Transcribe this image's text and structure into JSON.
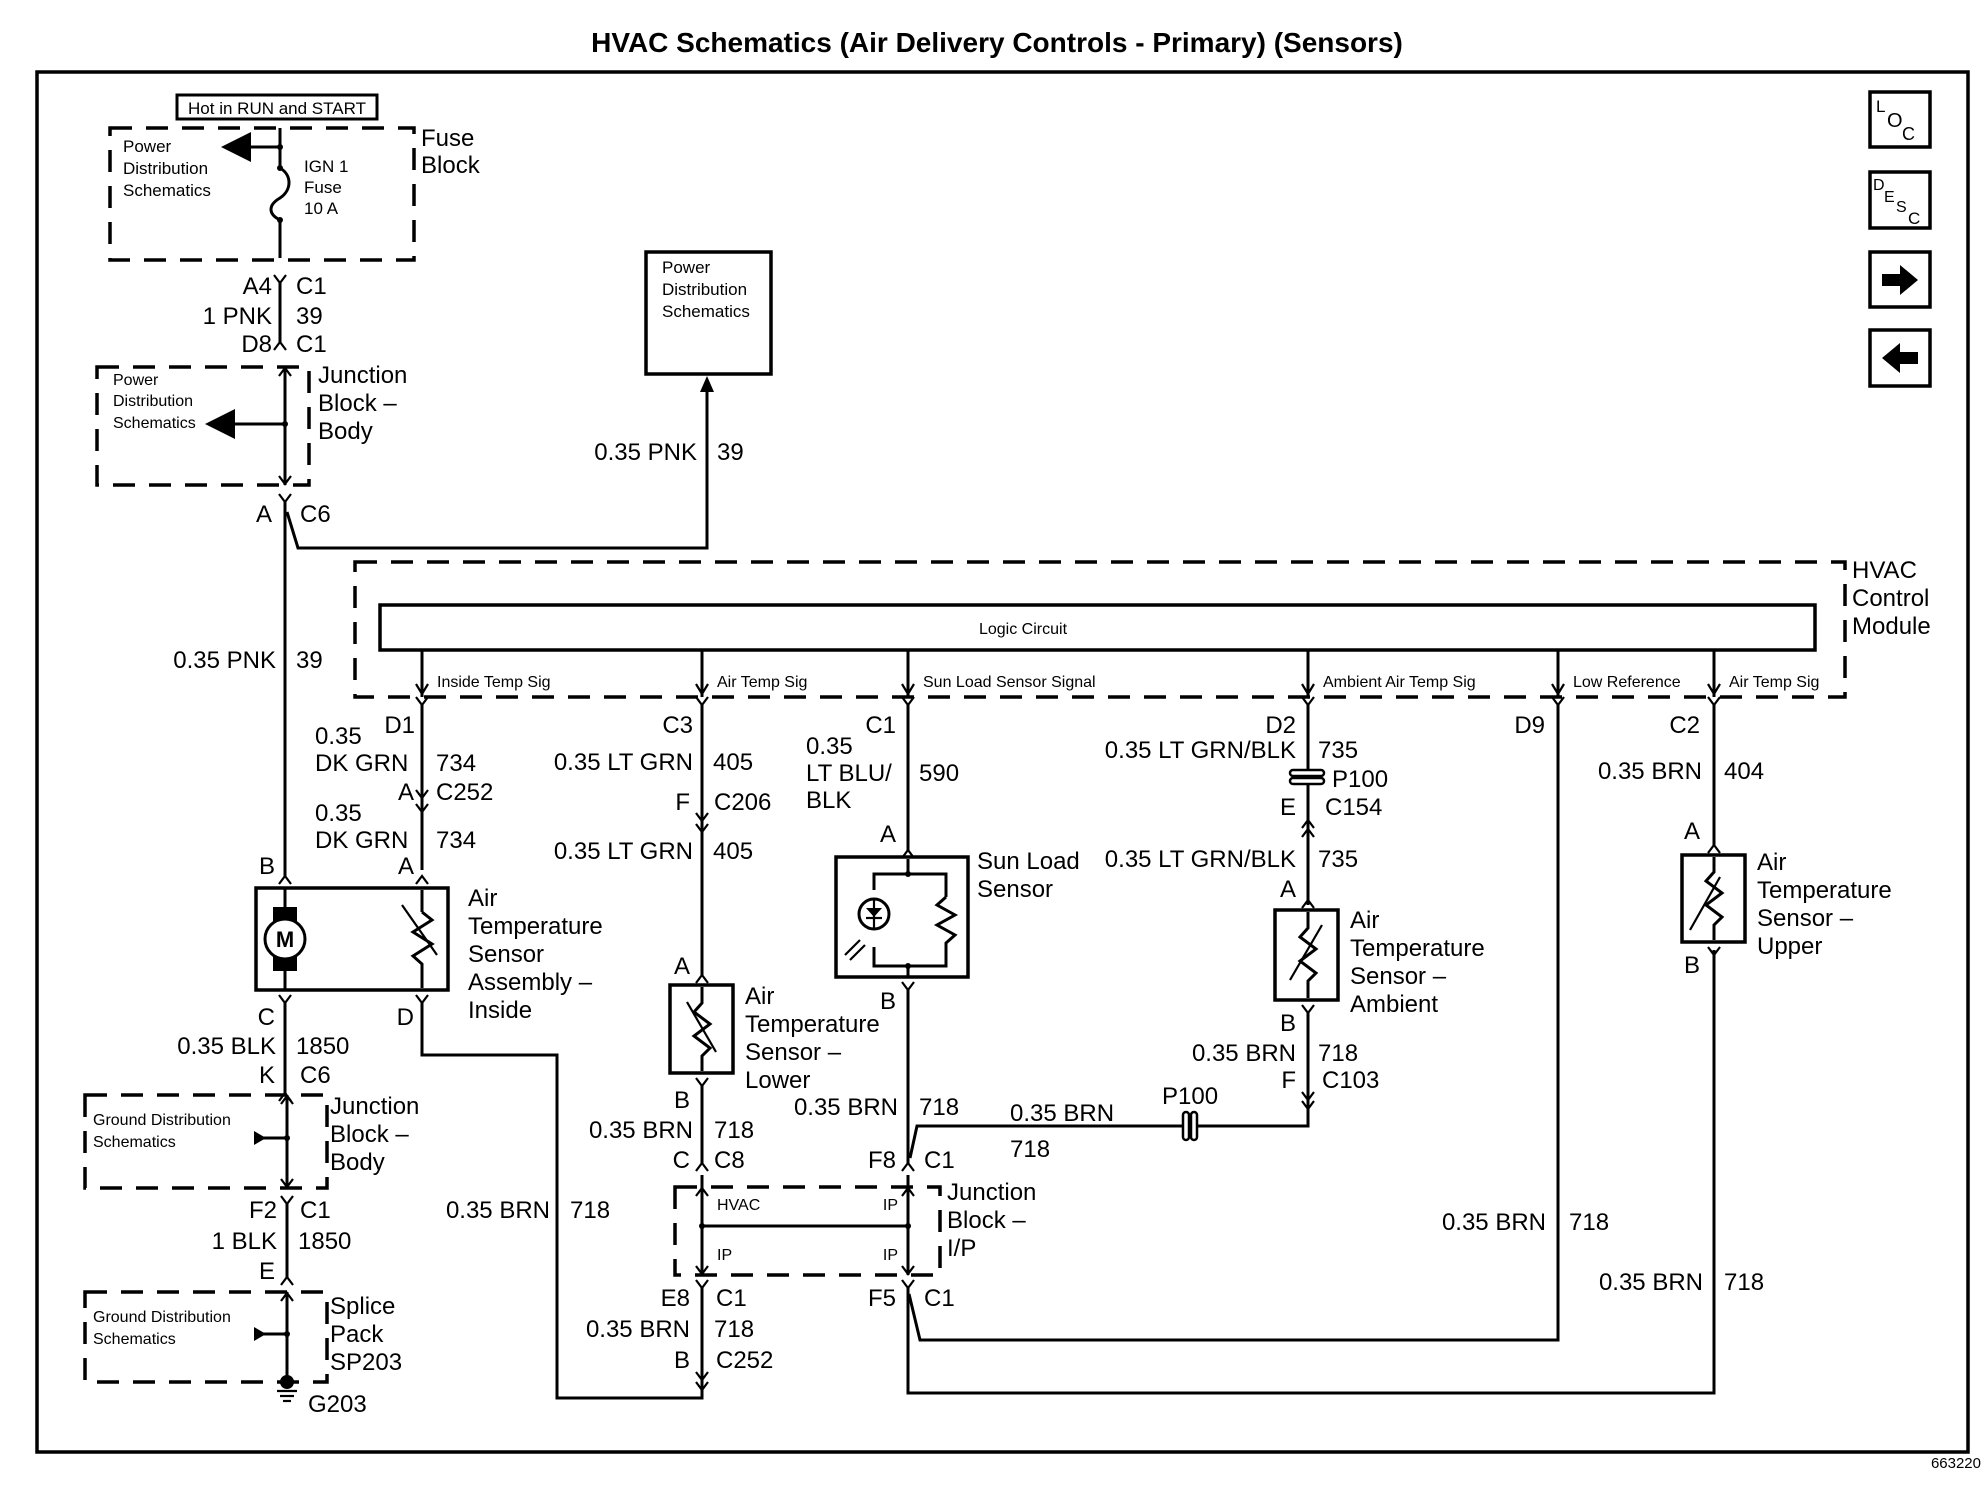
{
  "title": "HVAC Schematics (Air Delivery Controls - Primary) (Sensors)",
  "figure_id": "663220",
  "nav": {
    "loc_letters": [
      "L",
      "O",
      "C"
    ],
    "desc_letters": [
      "D",
      "E",
      "S",
      "C"
    ],
    "next": "next-arrow",
    "prev": "prev-arrow"
  },
  "fuse_block": {
    "hot_label": "Hot in RUN and START",
    "pds_lines": [
      "Power",
      "Distribution",
      "Schematics"
    ],
    "fuse_lines": [
      "IGN 1",
      "Fuse",
      "10 A"
    ],
    "name_lines": [
      "Fuse",
      "Block"
    ]
  },
  "fuse_to_jb": {
    "top_pin": "A4",
    "top_conn": "C1",
    "wire": "1 PNK",
    "circuit": "39",
    "bot_pin": "D8",
    "bot_conn": "C1"
  },
  "jb_body_top": {
    "pds_lines": [
      "Power",
      "Distribution",
      "Schematics"
    ],
    "name_lines": [
      "Junction",
      "Block –",
      "Body"
    ]
  },
  "c6_a": {
    "pin": "A",
    "conn": "C6"
  },
  "pds_box": {
    "lines": [
      "Power",
      "Distribution",
      "Schematics"
    ]
  },
  "pnk_branch": {
    "wire": "0.35 PNK",
    "circuit": "39"
  },
  "pnk_main": {
    "wire": "0.35 PNK",
    "circuit": "39"
  },
  "hvac_module": {
    "name_lines": [
      "HVAC",
      "Control",
      "Module"
    ],
    "logic": "Logic Circuit",
    "signals": [
      "Inside Temp Sig",
      "Air Temp Sig",
      "Sun Load Sensor Signal",
      "Ambient  Air Temp Sig",
      "Low Reference",
      "Air Temp Sig"
    ],
    "pins": [
      "D1",
      "C3",
      "C1",
      "D2",
      "D9",
      "C2"
    ]
  },
  "inside_circuit": {
    "wire1_lines": [
      "0.35",
      "DK GRN"
    ],
    "circuit1": "734",
    "c252_pin": "A",
    "c252": "C252",
    "wire2_lines": [
      "0.35",
      "DK GRN"
    ],
    "circuit2": "734",
    "pin_a": "A",
    "pin_b": "B",
    "pin_c": "C",
    "pin_d": "D"
  },
  "inside_sensor": {
    "motor": "M",
    "name_lines": [
      "Air",
      "Temperature",
      "Sensor",
      "Assembly –",
      "Inside"
    ]
  },
  "blk_circuit": {
    "wire": "0.35 BLK",
    "circuit": "1850",
    "pin": "K",
    "conn": "C6"
  },
  "jb_body_bottom": {
    "gds_lines": [
      "Ground Distribution",
      "Schematics"
    ],
    "name_lines": [
      "Junction",
      "Block –",
      "Body"
    ]
  },
  "blk_to_splice": {
    "top_pin": "F2",
    "top_conn": "C1",
    "wire": "1 BLK",
    "circuit": "1850",
    "bot_pin": "E"
  },
  "splice_pack": {
    "gds_lines": [
      "Ground Distribution",
      "Schematics"
    ],
    "name_lines": [
      "Splice",
      "Pack",
      "SP203"
    ],
    "ground": "G203"
  },
  "lower_circuit": {
    "wire1": "0.35 LT GRN",
    "circuit1": "405",
    "c206_pin": "F",
    "c206": "C206",
    "wire2": "0.35 LT GRN",
    "circuit2": "405",
    "pin_a": "A",
    "pin_b": "B",
    "name_lines": [
      "Air",
      "Temperature",
      "Sensor –",
      "Lower"
    ],
    "wire3": "0.35 BRN",
    "circuit3": "718",
    "c8_pin": "C",
    "c8": "C8"
  },
  "sun_circuit": {
    "wire_lines": [
      "0.35",
      "LT BLU/",
      "BLK"
    ],
    "circuit": "590",
    "pin_a": "A",
    "pin_b": "B",
    "name_lines": [
      "Sun Load",
      "Sensor"
    ],
    "wire2": "0.35 BRN",
    "circuit2": "718",
    "f8_pin": "F8",
    "f8_conn": "C1"
  },
  "ambient_circuit": {
    "wire1": "0.35 LT GRN/BLK",
    "circuit1": "735",
    "p100": "P100",
    "c154_pin": "E",
    "c154": "C154",
    "wire2": "0.35 LT GRN/BLK",
    "circuit2": "735",
    "pin_a": "A",
    "pin_b": "B",
    "name_lines": [
      "Air",
      "Temperature",
      "Sensor –",
      "Ambient"
    ],
    "wire3": "0.35 BRN",
    "circuit3": "718",
    "c103_pin": "F",
    "c103": "C103",
    "h_wire": "0.35 BRN",
    "h_circuit": "718",
    "h_p100": "P100"
  },
  "upper_circuit": {
    "wire1": "0.35 BRN",
    "circuit1": "404",
    "pin_a": "A",
    "pin_b": "B",
    "name_lines": [
      "Air",
      "Temperature",
      "Sensor –",
      "Upper"
    ],
    "wire2": "0.35 BRN",
    "circuit2": "718"
  },
  "d9_circuit": {
    "wire": "0.35 BRN",
    "circuit": "718"
  },
  "inside_return": {
    "wire": "0.35 BRN",
    "circuit": "718"
  },
  "jb_ip": {
    "hvac": "HVAC",
    "ip_tr": "IP",
    "ip_bl": "IP",
    "ip_br": "IP",
    "name_lines": [
      "Junction",
      "Block –",
      "I/P"
    ],
    "e8_pin": "E8",
    "e8_conn": "C1",
    "f5_pin": "F5",
    "f5_conn": "C1",
    "wire": "0.35 BRN",
    "circuit": "718",
    "c252_pin": "B",
    "c252": "C252"
  }
}
